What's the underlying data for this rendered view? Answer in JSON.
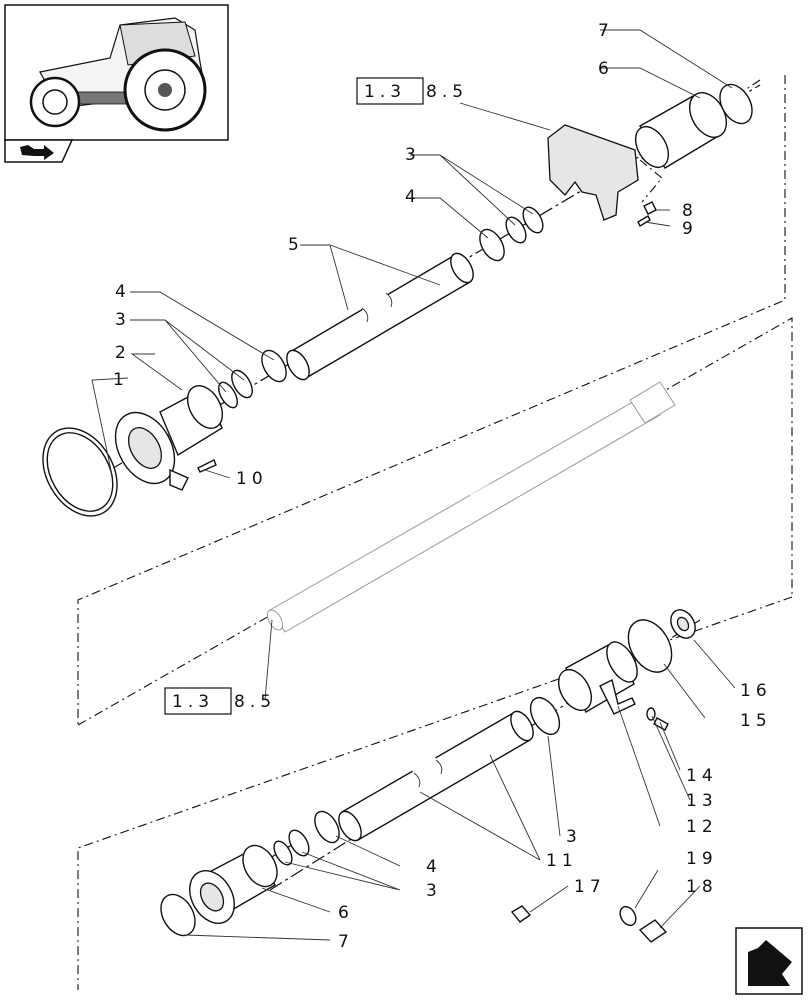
{
  "labels": {
    "l1": "1",
    "l2": "2",
    "l3a": "3",
    "l3b": "3",
    "l3c": "3",
    "l3d": "3",
    "l4a": "4",
    "l4b": "4",
    "l4c": "4",
    "l5": "5",
    "l6a": "6",
    "l6b": "6",
    "l7a": "7",
    "l7b": "7",
    "l8": "8",
    "l9": "9",
    "l10": "10",
    "l11": "11",
    "l12": "12",
    "l13": "13",
    "l14": "14",
    "l15": "15",
    "l16": "16",
    "l17": "17",
    "l18": "18",
    "l19": "19"
  },
  "refs": {
    "top_boxed": "1.3",
    "top_rest": "8.5",
    "mid_boxed": "1.3",
    "mid_rest": "8.5"
  },
  "icons": [
    "tractor-thumbnail",
    "assembly-arrow-icon",
    "next-page-arrow-icon"
  ]
}
